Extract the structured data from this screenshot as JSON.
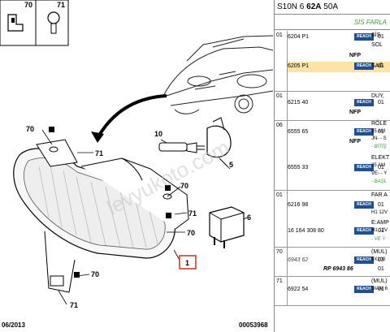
{
  "header": {
    "prefix": "S10N 6",
    "code_bold": "62A",
    "suffix": "50A"
  },
  "section_title": "SİS FARLA",
  "groups": [
    {
      "num": "01",
      "rows": [
        {
          "pn": "6204 P1",
          "reach": "REACH",
          "qty": "01",
          "desc": "SİS"
        },
        {
          "pn": "6205 P1",
          "reach": "REACH",
          "qty": "01",
          "desc": "SAĞ",
          "highlight": true
        }
      ],
      "desc_extra": [
        "SOL"
      ],
      "nfp": [
        "NFP"
      ]
    },
    {
      "num": "01",
      "rows": [
        {
          "pn": "6215 40",
          "reach": "REACH",
          "qty": "01",
          "desc": "DUY,"
        }
      ],
      "nfp": [
        "NFP"
      ]
    },
    {
      "num": "06",
      "rows": [
        {
          "pn": "6555 65",
          "reach": "REACH",
          "qty": "01",
          "desc": "RÖLE"
        },
        {
          "pn": "6555 33",
          "reach": "REACH",
          "qty": "01",
          "desc": "ELEKT"
        }
      ],
      "desc_extra": [
        "25 AM",
        "JN- - S",
        "- BİTİŞ",
        "25 AM",
        "VE- - Y",
        "- BAŞL"
      ],
      "nfp": [
        "NFP"
      ]
    },
    {
      "num": "01",
      "rows": [
        {
          "pn": "6216 98",
          "reach": "REACH",
          "qty": "01",
          "desc": "FAR A"
        },
        {
          "pn": "16 164 308 80",
          "reach": "REACH",
          "qty": "01",
          "desc": "E:AMP"
        }
      ],
      "desc_extra": [
        "H1 12V",
        "H1 12V",
        "- VE Y"
      ]
    },
    {
      "num": "70",
      "rows": [
        {
          "pn": "6943 62",
          "reach": "REACH",
          "qty": "03",
          "desc": "(MUL)",
          "italic": true
        }
      ],
      "desc_extra": [
        "6X100"
      ],
      "rp": "RP 6943 86",
      "rp_qty": "01"
    },
    {
      "num": "71",
      "rows": [
        {
          "pn": "6922 54",
          "reach": "REACH",
          "qty": "01",
          "desc": "(MUL)"
        }
      ],
      "desc_extra": [
        "DIAM 6"
      ]
    }
  ],
  "diagram": {
    "callouts": [
      "70",
      "1",
      "5",
      "6",
      "10",
      "70",
      "71",
      "71",
      "70",
      "70",
      "71"
    ],
    "selected_callout": "1",
    "watermark": "levyukoto.com"
  },
  "footer": {
    "date": "06/2013",
    "doc_number": "00053968"
  }
}
